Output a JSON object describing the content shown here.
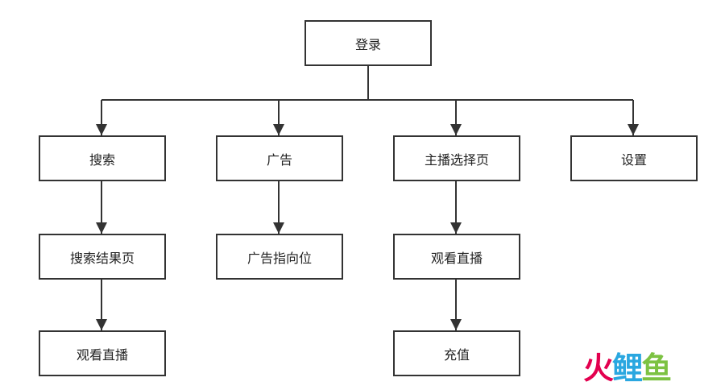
{
  "nodes": [
    {
      "id": "login",
      "label": "登录"
    },
    {
      "id": "search",
      "label": "搜索"
    },
    {
      "id": "ads",
      "label": "广告"
    },
    {
      "id": "anchor-select",
      "label": "主播选择页"
    },
    {
      "id": "settings",
      "label": "设置"
    },
    {
      "id": "search-results",
      "label": "搜索结果页"
    },
    {
      "id": "ad-target",
      "label": "广告指向位"
    },
    {
      "id": "watch-live-2",
      "label": "观看直播"
    },
    {
      "id": "watch-live-1",
      "label": "观看直播"
    },
    {
      "id": "recharge",
      "label": "充值"
    }
  ],
  "edges": [
    {
      "from": "login",
      "to": "search"
    },
    {
      "from": "login",
      "to": "ads"
    },
    {
      "from": "login",
      "to": "anchor-select"
    },
    {
      "from": "login",
      "to": "settings"
    },
    {
      "from": "search",
      "to": "search-results"
    },
    {
      "from": "search-results",
      "to": "watch-live-1"
    },
    {
      "from": "ads",
      "to": "ad-target"
    },
    {
      "from": "anchor-select",
      "to": "watch-live-2"
    },
    {
      "from": "watch-live-2",
      "to": "recharge"
    }
  ],
  "watermark": {
    "chars": [
      "火",
      "鲤",
      "鱼"
    ],
    "colors": [
      "#e3004f",
      "#2aa7e0",
      "#7cc242"
    ]
  }
}
